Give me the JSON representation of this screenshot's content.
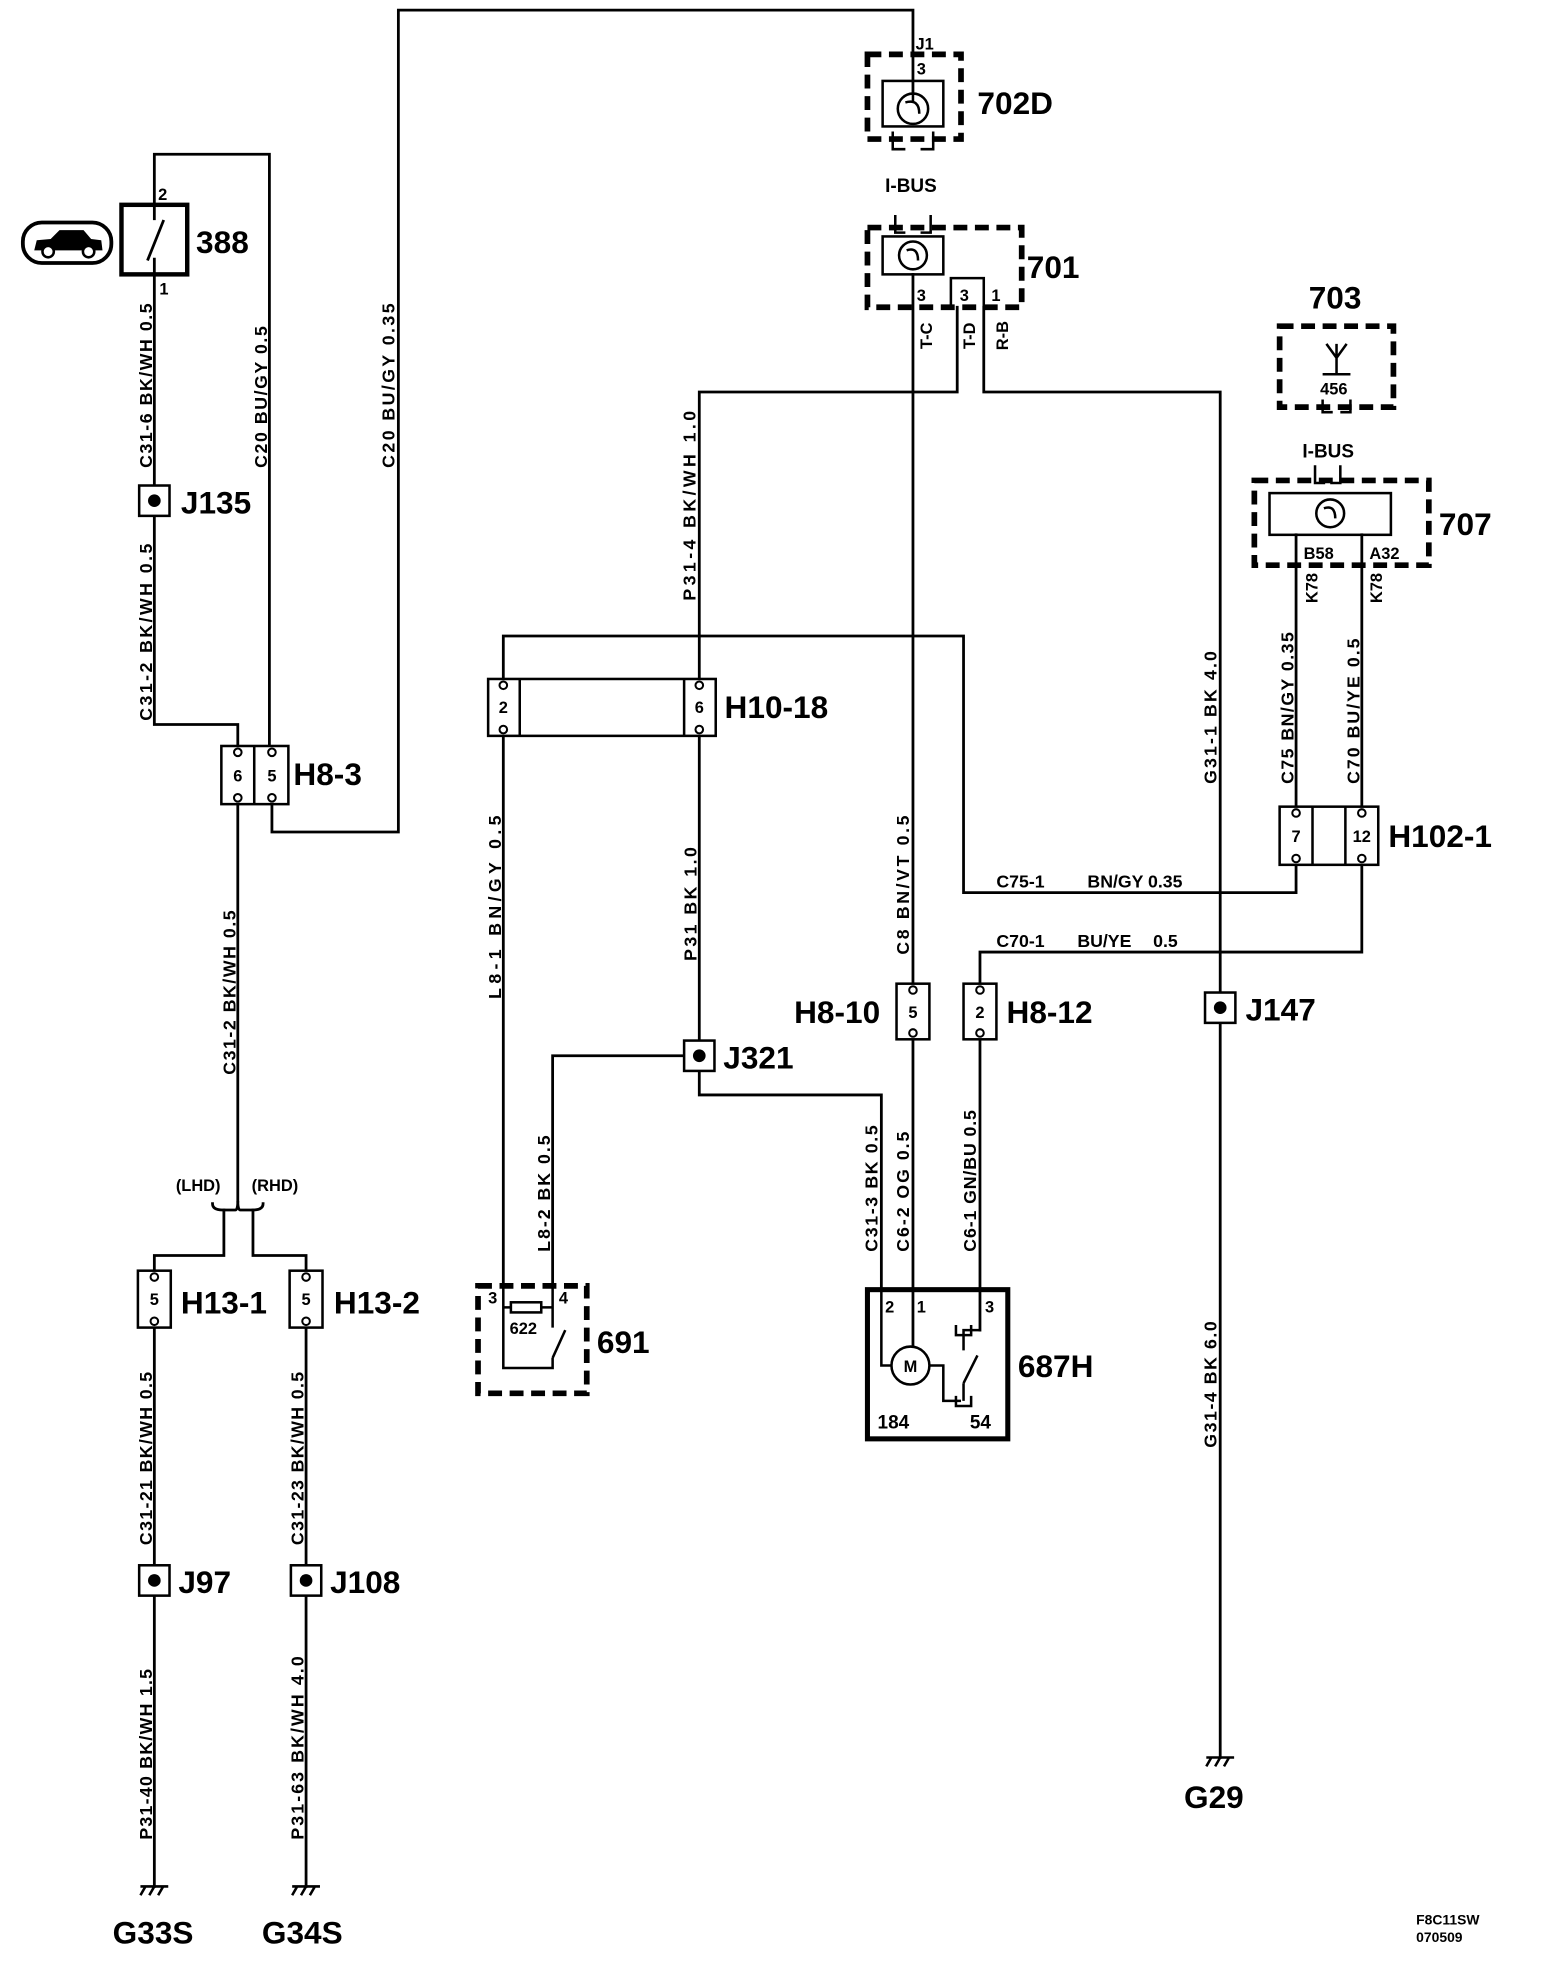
{
  "components": {
    "m702d": {
      "label": "702D",
      "connector": "J1",
      "pin": "3"
    },
    "m701": {
      "label": "701",
      "bus": "I-BUS",
      "pins": [
        "3",
        "3",
        "1"
      ],
      "signals": [
        "T-C",
        "T-D",
        "R-B"
      ]
    },
    "a703": {
      "label": "703",
      "code": "456"
    },
    "m707": {
      "label": "707",
      "bus": "I-BUS",
      "pins": [
        "B58",
        "A32"
      ],
      "signals": [
        "K78",
        "K78"
      ]
    },
    "s388": {
      "label": "388",
      "pins": [
        "2",
        "1"
      ],
      "icon": "vehicle-icon"
    },
    "r691": {
      "label": "691",
      "pins": [
        "3",
        "4"
      ],
      "code": "622"
    },
    "m687h": {
      "label": "687H",
      "pins": [
        "2",
        "1",
        "3"
      ],
      "symbol": "M",
      "codes": [
        "184",
        "54"
      ]
    }
  },
  "connectors": {
    "h8_3": {
      "label": "H8-3",
      "pins": [
        "6",
        "5"
      ]
    },
    "h10_18": {
      "label": "H10-18",
      "pins": [
        "2",
        "6"
      ]
    },
    "h102_1": {
      "label": "H102-1",
      "pins": [
        "7",
        "12"
      ]
    },
    "h8_10": {
      "label": "H8-10",
      "pins": [
        "5"
      ]
    },
    "h8_12": {
      "label": "H8-12",
      "pins": [
        "2"
      ]
    },
    "h13_1": {
      "label": "H13-1",
      "pins": [
        "5"
      ]
    },
    "h13_2": {
      "label": "H13-2",
      "pins": [
        "5"
      ]
    }
  },
  "splices": {
    "j135": "J135",
    "j321": "J321",
    "j147": "J147",
    "j97": "J97",
    "j108": "J108"
  },
  "grounds": {
    "g33s": "G33S",
    "g34s": "G34S",
    "g29": "G29"
  },
  "variants": {
    "lhd": "(LHD)",
    "rhd": "(RHD)"
  },
  "wires": {
    "c31_6": "C31-6 BK/WH 0.5",
    "c20_a": "C20 BU/GY 0.5",
    "c20_b": "C20 BU/GY 0.35",
    "c31_2_a": "C31-2 BK/WH 0.5",
    "c31_2_b": "C31-2 BK/WH 0.5",
    "c31_21": "C31-21 BK/WH 0.5",
    "c31_23": "C31-23 BK/WH 0.5",
    "p31_40": "P31-40 BK/WH 1.5",
    "p31_63": "P31-63 BK/WH 4.0",
    "p31_4": "P31-4 BK/WH 1.0",
    "l8_1": "L8-1 BN/GY 0.5",
    "p31": "P31 BK 1.0",
    "l8_2": "L8-2 BK 0.5",
    "c8": "C8 BN/VT 0.5",
    "c31_3": "C31-3 BK 0.5",
    "c6_2": "C6-2 OG 0.5",
    "c6_1": "C6-1 GN/BU 0.5",
    "g31_1": "G31-1 BK 4.0",
    "g31_4": "G31-4 BK 6.0",
    "c75": "C75 BN/GY 0.35",
    "c70": "C70 BU/YE 0.5",
    "c75_1": {
      "id": "C75-1",
      "spec": "BN/GY 0.35"
    },
    "c70_1": {
      "id": "C70-1",
      "color": "BU/YE",
      "size": "0.5"
    }
  },
  "footer": {
    "drawing": "F8C11SW",
    "date": "070509"
  },
  "colors": {
    "ink": "#000000",
    "paper": "#ffffff"
  }
}
